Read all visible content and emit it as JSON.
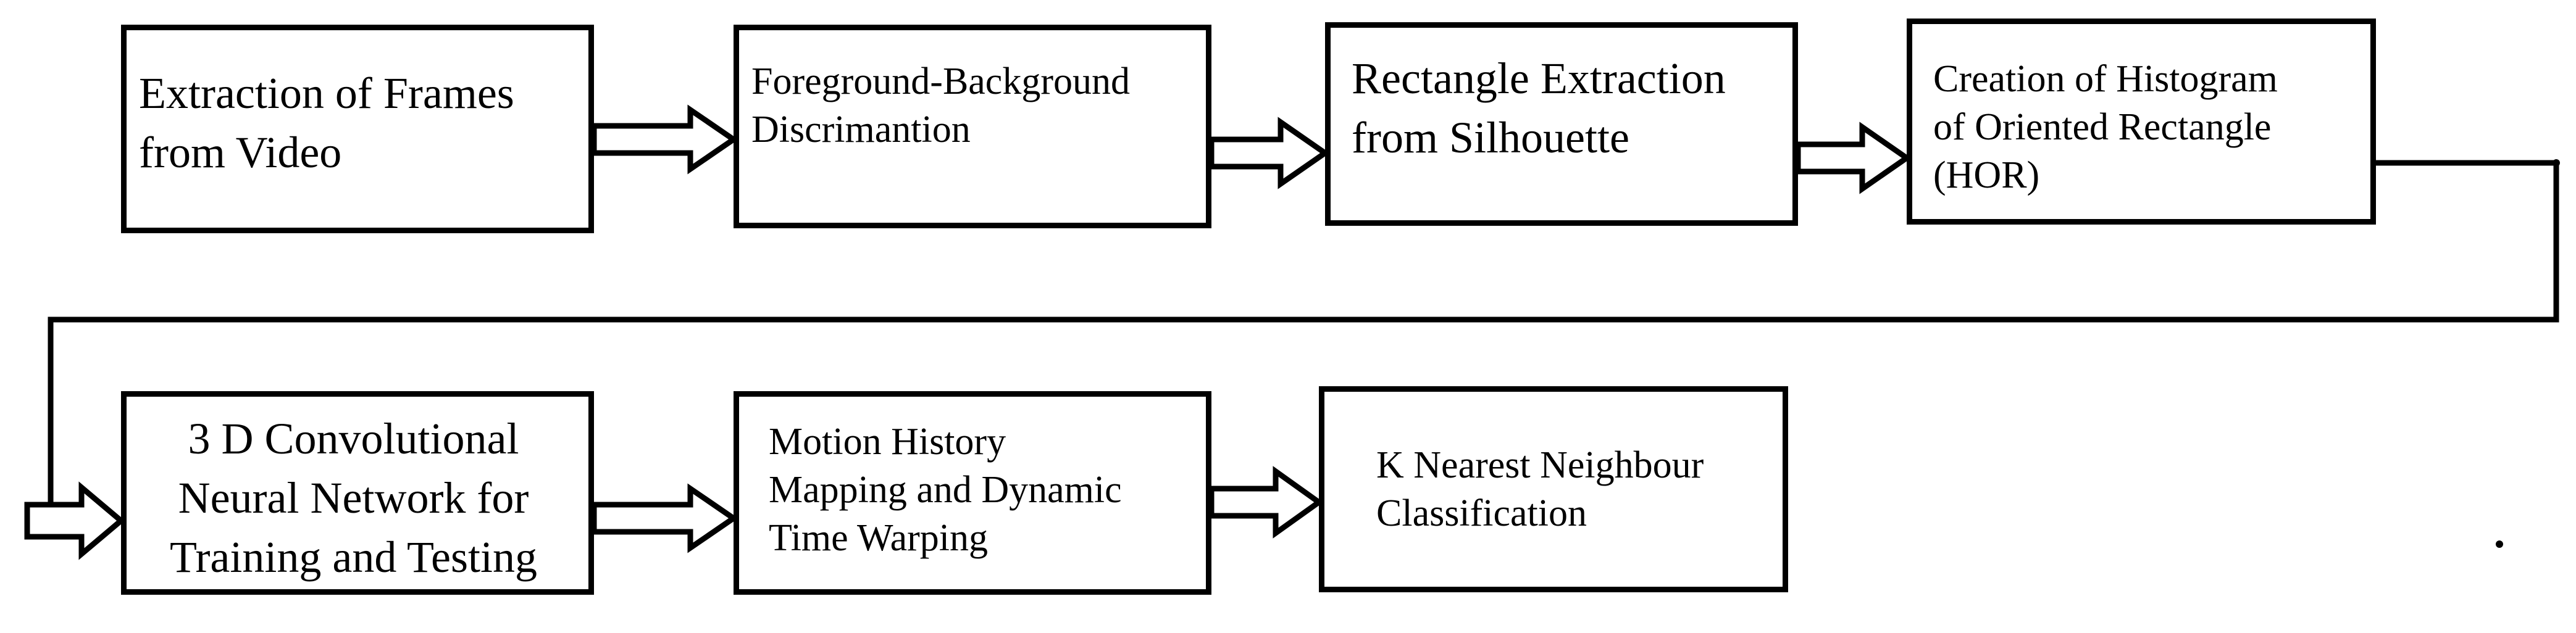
{
  "diagram": {
    "type": "flowchart",
    "nodes": [
      {
        "id": "extraction-frames",
        "lines": [
          "Extraction of Frames",
          "from Video"
        ]
      },
      {
        "id": "fg-bg-discrimination",
        "lines": [
          "Foreground-Background",
          "Discrimantion"
        ]
      },
      {
        "id": "rectangle-extraction",
        "lines": [
          "Rectangle Extraction",
          "from Silhouette"
        ]
      },
      {
        "id": "histogram-oriented-rectangle",
        "lines": [
          "Creation of Histogram",
          "of Oriented Rectangle",
          "(HOR)"
        ]
      },
      {
        "id": "cnn-3d",
        "lines": [
          "3 D Convolutional",
          "Neural Network for",
          "Training and Testing"
        ]
      },
      {
        "id": "motion-history",
        "lines": [
          "Motion History",
          "Mapping and Dynamic",
          "Time Warping"
        ]
      },
      {
        "id": "knn-classification",
        "lines": [
          "K Nearest Neighbour",
          "Classification"
        ]
      }
    ],
    "edges": [
      {
        "from": "extraction-frames",
        "to": "fg-bg-discrimination"
      },
      {
        "from": "fg-bg-discrimination",
        "to": "rectangle-extraction"
      },
      {
        "from": "rectangle-extraction",
        "to": "histogram-oriented-rectangle"
      },
      {
        "from": "histogram-oriented-rectangle",
        "to": "cnn-3d"
      },
      {
        "from": "cnn-3d",
        "to": "motion-history"
      },
      {
        "from": "motion-history",
        "to": "knn-classification"
      }
    ],
    "colors": {
      "stroke": "#000000",
      "fill": "#ffffff",
      "text": "#000000"
    }
  }
}
